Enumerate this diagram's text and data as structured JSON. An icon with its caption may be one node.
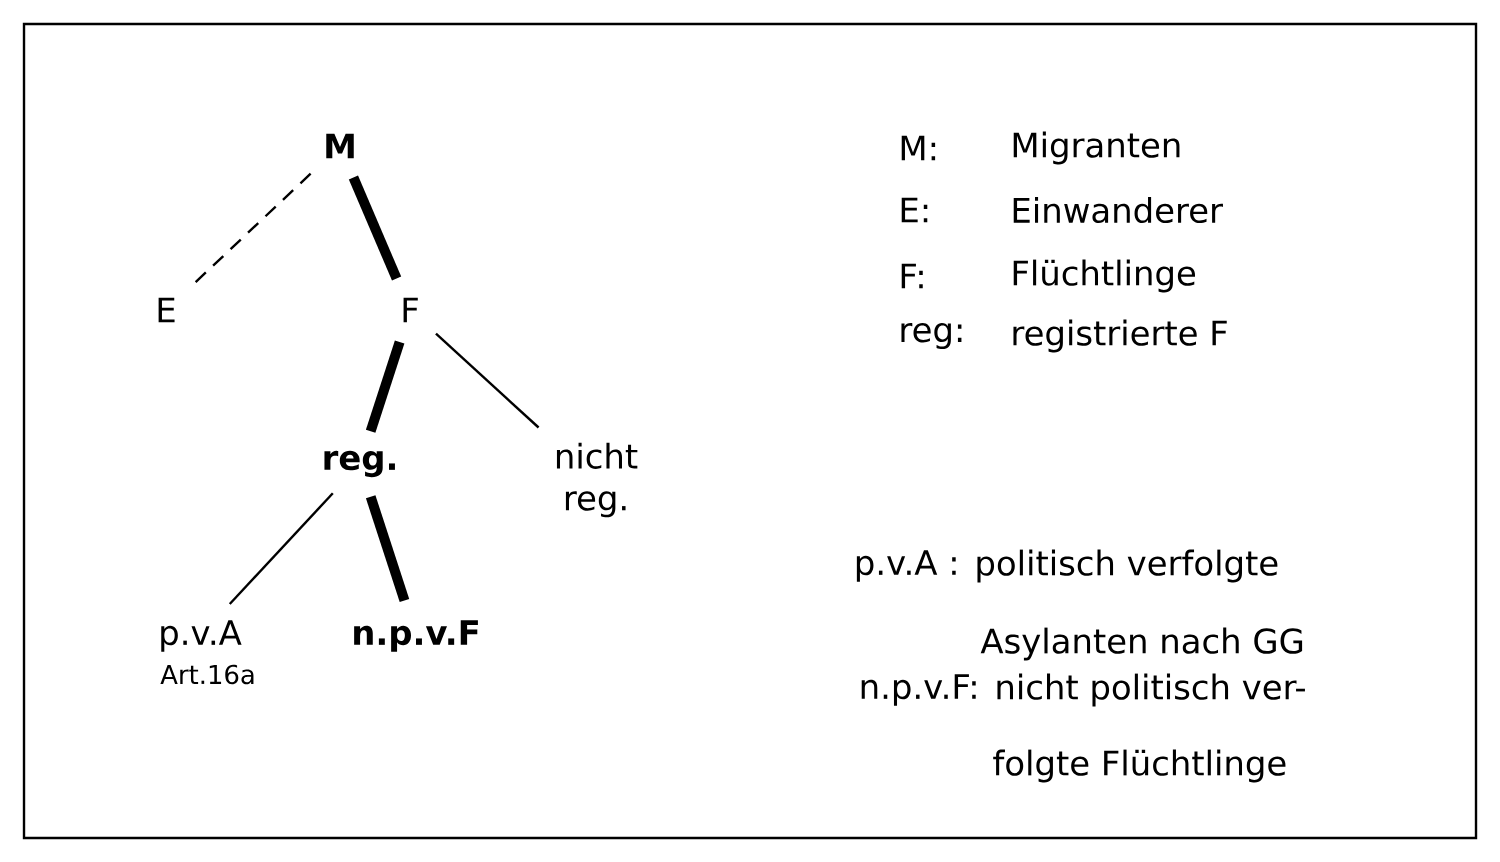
{
  "diagram": {
    "nodes": [
      {
        "text": [
          "M"
        ]
      },
      {
        "text": [
          "E"
        ]
      },
      {
        "text": [
          "F"
        ]
      },
      {
        "text": [
          "reg."
        ]
      },
      {
        "text": [
          "nicht reg."
        ]
      },
      {
        "text": [
          "p.v.A"
        ],
        "beside": [
          "Art.16a"
        ]
      },
      {
        "text": [
          "n.p.v.F"
        ]
      }
    ],
    "edges": [
      {
        "from": 0,
        "to": 1,
        "arrow": "none",
        "style": "dashed"
      },
      {
        "from": 0,
        "to": 2,
        "arrow": "none",
        "style": "thick"
      },
      {
        "from": 2,
        "to": 3,
        "arrow": "none",
        "style": "thick"
      },
      {
        "from": 2,
        "to": 4,
        "arrow": "none"
      },
      {
        "from": 3,
        "to": 5,
        "arrow": "none"
      },
      {
        "from": 3,
        "to": 6,
        "arrow": "none",
        "style": "thick"
      }
    ],
    "labels": [
      "M:",
      "Migranten",
      "E:",
      "Einwanderer",
      "F:",
      "Flüchtlinge",
      "reg:",
      "registrierte F",
      "p.v.A :",
      "politisch verfolgte",
      "Asylanten nach GG",
      "n.p.v.F:",
      "nicht politisch ver-",
      "folgte Flüchtlinge"
    ]
  }
}
